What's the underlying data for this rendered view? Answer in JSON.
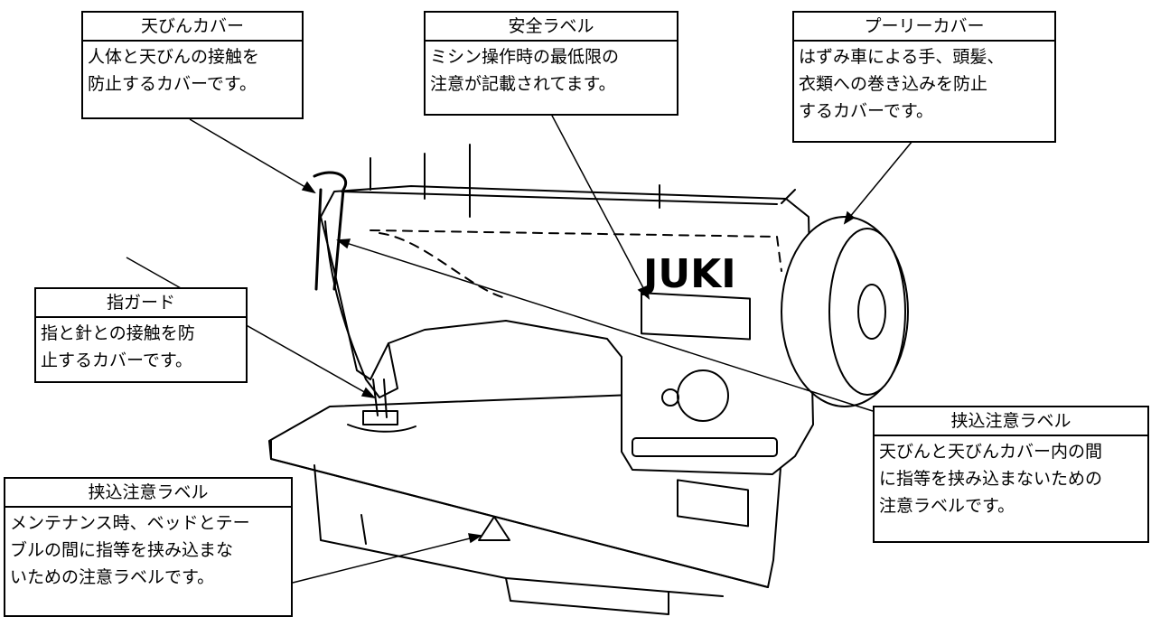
{
  "callouts": {
    "thread_takeup_cover": {
      "title": "天びんカバー",
      "lines": [
        "人体と天びんの接触を",
        "防止するカバーです。"
      ]
    },
    "safety_label": {
      "title": "安全ラベル",
      "lines": [
        "ミシン操作時の最低限の",
        "注意が記載されてます。"
      ]
    },
    "pulley_cover": {
      "title": "プーリーカバー",
      "lines": [
        "はずみ車による手、頭髪、",
        "衣類への巻き込みを防止",
        "するカバーです。"
      ]
    },
    "finger_guard": {
      "title": "指ガード",
      "lines": [
        "指と針との接触を防",
        "止するカバーです。"
      ]
    },
    "pinch_label_takeup": {
      "title": "挟込注意ラベル",
      "lines": [
        "天びんと天びんカバー内の間",
        "に指等を挟み込まないための",
        "注意ラベルです。"
      ]
    },
    "pinch_label_bed": {
      "title": "挟込注意ラベル",
      "lines": [
        "メンテナンス時、ベッドとテー",
        "ブルの間に指等を挟み込まな",
        "いための注意ラベルです。"
      ]
    }
  },
  "machine": {
    "brand_logo": "JUKI"
  },
  "colors": {
    "line": "#000000",
    "background": "#ffffff"
  }
}
